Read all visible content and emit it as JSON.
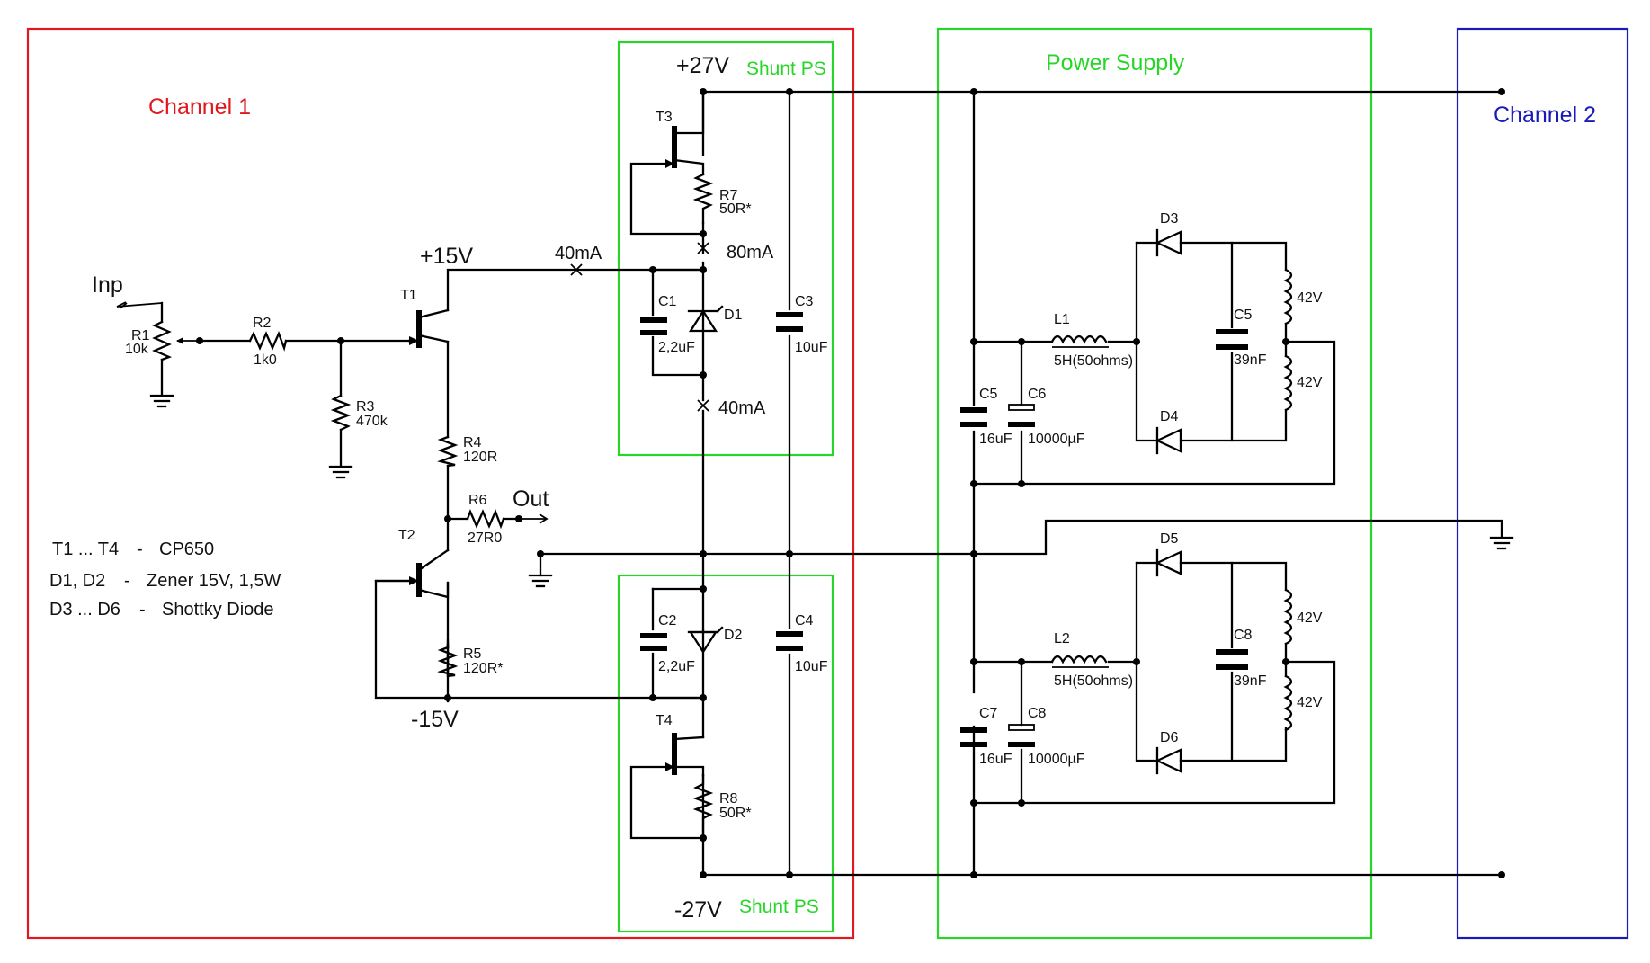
{
  "boxes": {
    "channel1": {
      "title": "Channel 1",
      "color": "#e0191e"
    },
    "channel2": {
      "title": "Channel 2",
      "color": "#1a1ab8"
    },
    "power_supply": {
      "title": "Power Supply",
      "color": "#27d627"
    },
    "shunt_top": {
      "title": "Shunt PS",
      "color": "#27d627"
    },
    "shunt_bottom": {
      "title": "Shunt PS",
      "color": "#27d627"
    }
  },
  "rails": {
    "pos27": "+27V",
    "neg27": "-27V",
    "pos15": "+15V",
    "neg15": "-15V"
  },
  "io": {
    "input": "Inp",
    "output": "Out"
  },
  "currents": {
    "feed": "40mA",
    "shunt_top": "80mA",
    "zener_top": "40mA"
  },
  "components": {
    "R1": {
      "ref": "R1",
      "value": "10k"
    },
    "R2": {
      "ref": "R2",
      "value": "1k0"
    },
    "R3": {
      "ref": "R3",
      "value": "470k"
    },
    "R4": {
      "ref": "R4",
      "value": "120R"
    },
    "R5": {
      "ref": "R5",
      "value": "120R*"
    },
    "R6": {
      "ref": "R6",
      "value": "27R0"
    },
    "R7": {
      "ref": "R7",
      "value": "50R*"
    },
    "R8": {
      "ref": "R8",
      "value": "50R*"
    },
    "T1": {
      "ref": "T1"
    },
    "T2": {
      "ref": "T2"
    },
    "T3": {
      "ref": "T3"
    },
    "T4": {
      "ref": "T4"
    },
    "C1": {
      "ref": "C1",
      "value": "2,2uF"
    },
    "C2": {
      "ref": "C2",
      "value": "2,2uF"
    },
    "C3": {
      "ref": "C3",
      "value": "10uF"
    },
    "C4": {
      "ref": "C4",
      "value": "10uF"
    },
    "D1": {
      "ref": "D1"
    },
    "D2": {
      "ref": "D2"
    },
    "C5a": {
      "ref": "C5",
      "value": "16uF"
    },
    "C6": {
      "ref": "C6",
      "value": "10000µF"
    },
    "C5b": {
      "ref": "C5",
      "value": "39nF"
    },
    "L1": {
      "ref": "L1",
      "value": "5H(50ohms)"
    },
    "D3": {
      "ref": "D3"
    },
    "D4": {
      "ref": "D4"
    },
    "C7": {
      "ref": "C7",
      "value": "16uF"
    },
    "C8a": {
      "ref": "C8",
      "value": "10000µF"
    },
    "C8b": {
      "ref": "C8",
      "value": "39nF"
    },
    "L2": {
      "ref": "L2",
      "value": "5H(50ohms)"
    },
    "D5": {
      "ref": "D5"
    },
    "D6": {
      "ref": "D6"
    }
  },
  "transformer": {
    "winding1": "42V",
    "winding2": "42V",
    "winding3": "42V",
    "winding4": "42V"
  },
  "notes": {
    "transistors_left": "T1 ... T4",
    "transistors_dash": "-",
    "transistors_right": "CP650",
    "zeners_left": "D1, D2",
    "zeners_dash": "-",
    "zeners_right": "Zener 15V, 1,5W",
    "diodes_left": "D3 ... D6",
    "diodes_dash": "-",
    "diodes_right": "Shottky Diode"
  }
}
